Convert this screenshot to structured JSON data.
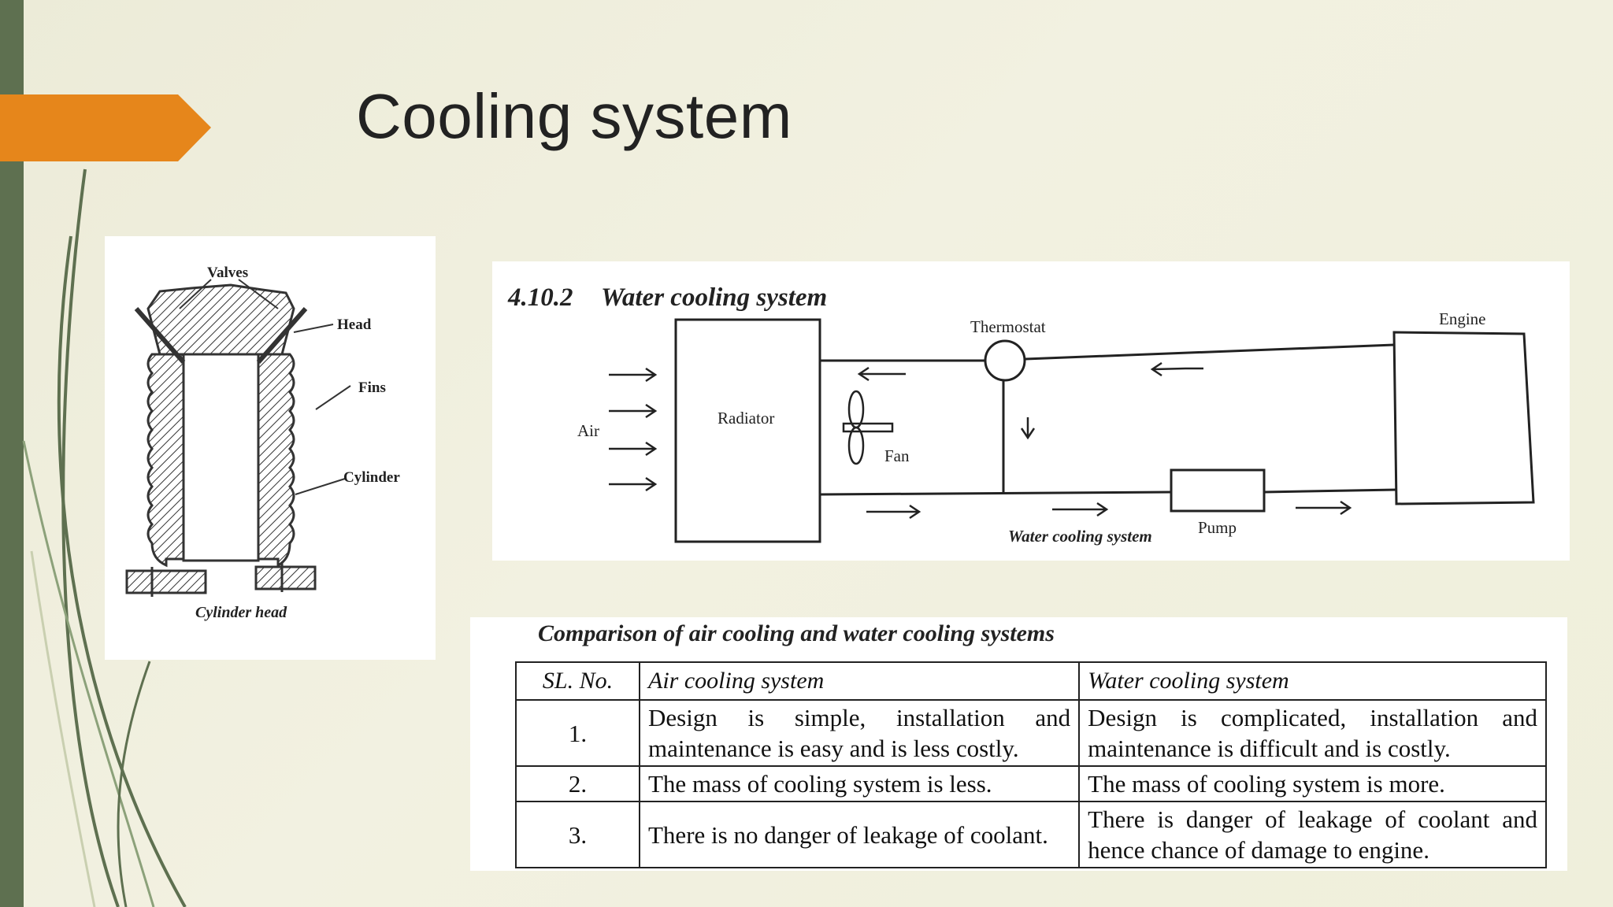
{
  "slide": {
    "title": "Cooling system",
    "colors": {
      "accent": "#e6861b",
      "sidebar": "#5e7050",
      "background": "#efeedc"
    }
  },
  "cylinder_diagram": {
    "labels": {
      "valves": "Valves",
      "head": "Head",
      "fins": "Fins",
      "cylinder": "Cylinder",
      "caption": "Cylinder head"
    }
  },
  "water_diagram": {
    "heading_number": "4.10.2",
    "heading_text": "Water cooling system",
    "labels": {
      "air": "Air",
      "radiator": "Radiator",
      "thermostat": "Thermostat",
      "fan": "Fan",
      "engine": "Engine",
      "pump": "Pump",
      "caption": "Water cooling system"
    }
  },
  "comparison": {
    "title": "Comparison of air cooling and water cooling systems",
    "headers": [
      "SL. No.",
      "Air cooling system",
      "Water cooling system"
    ],
    "rows": [
      {
        "no": "1.",
        "air": "Design is simple, installation and maintenance is easy and is less costly.",
        "water": "Design is complicated, installation and maintenance is difficult and is costly."
      },
      {
        "no": "2.",
        "air": "The mass of cooling system is less.",
        "water": "The mass of cooling system is more."
      },
      {
        "no": "3.",
        "air": "There is no danger of leakage of coolant.",
        "water": "There is danger of leakage of coolant and hence chance of damage to engine."
      }
    ]
  }
}
